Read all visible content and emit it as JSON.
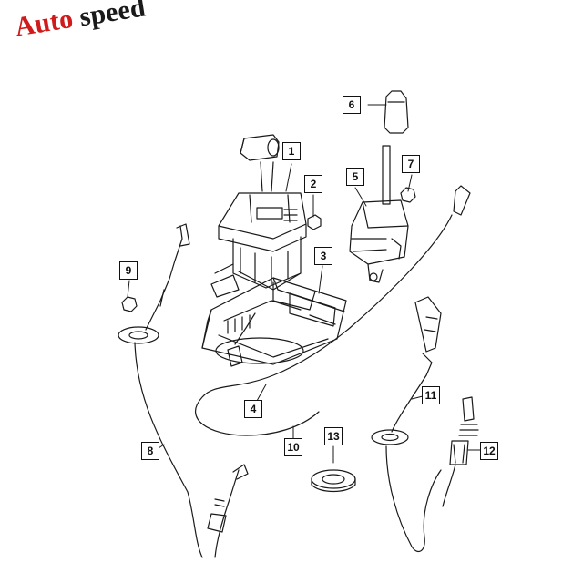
{
  "watermark": {
    "word1": "Auto",
    "word2": "speed",
    "colors": {
      "word1": "#d11a1a",
      "word2": "#1a1a1a"
    }
  },
  "callouts": [
    {
      "id": 1,
      "label": "1"
    },
    {
      "id": 2,
      "label": "2"
    },
    {
      "id": 3,
      "label": "3"
    },
    {
      "id": 4,
      "label": "4"
    },
    {
      "id": 5,
      "label": "5"
    },
    {
      "id": 6,
      "label": "6"
    },
    {
      "id": 7,
      "label": "7"
    },
    {
      "id": 8,
      "label": "8"
    },
    {
      "id": 9,
      "label": "9"
    },
    {
      "id": 10,
      "label": "10"
    },
    {
      "id": 11,
      "label": "11"
    },
    {
      "id": 12,
      "label": "12"
    },
    {
      "id": 13,
      "label": "13"
    }
  ]
}
